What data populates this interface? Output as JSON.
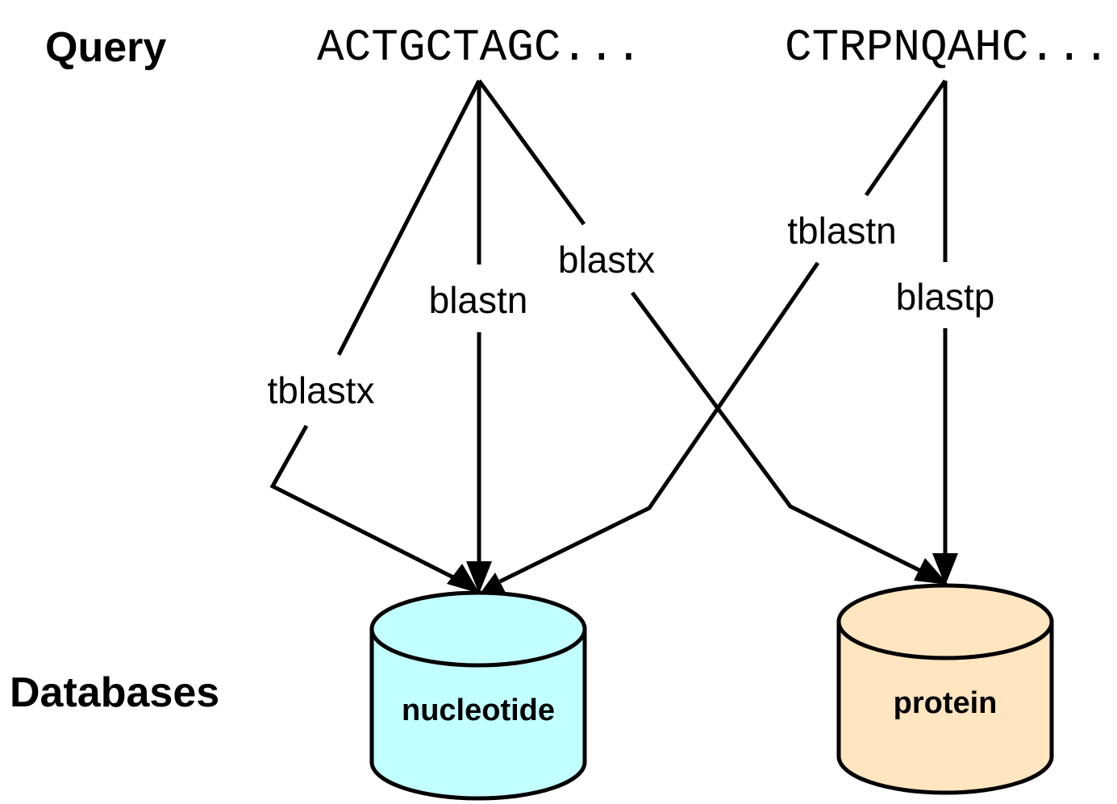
{
  "labels": {
    "query": "Query",
    "databases": "Databases"
  },
  "queries": {
    "nucleotide_seq": "ACTGCTAGC...",
    "protein_seq": "CTRPNQAHC..."
  },
  "programs": {
    "tblastx": "tblastx",
    "blastn": "blastn",
    "blastx": "blastx",
    "tblastn": "tblastn",
    "blastp": "blastp"
  },
  "databases": {
    "nucleotide": {
      "label": "nucleotide",
      "color": "#c2ffff"
    },
    "protein": {
      "label": "protein",
      "color": "#ffe5c0"
    }
  }
}
